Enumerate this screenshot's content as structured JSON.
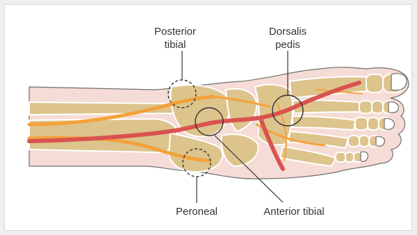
{
  "labels": {
    "posterior_tibial": [
      "Posterior",
      "tibial"
    ],
    "dorsalis_pedis": [
      "Dorsalis",
      "pedis"
    ],
    "peroneal": "Peroneal",
    "anterior_tibial": "Anterior tibial"
  },
  "colors": {
    "skin": "#f6dcd6",
    "skin_outline": "#6e6e6e",
    "bone": "#dcc48c",
    "bone_outline": "#ffffff",
    "artery": "#d9534f",
    "minor_artery": "#f4a13a",
    "marker": "#333333"
  }
}
